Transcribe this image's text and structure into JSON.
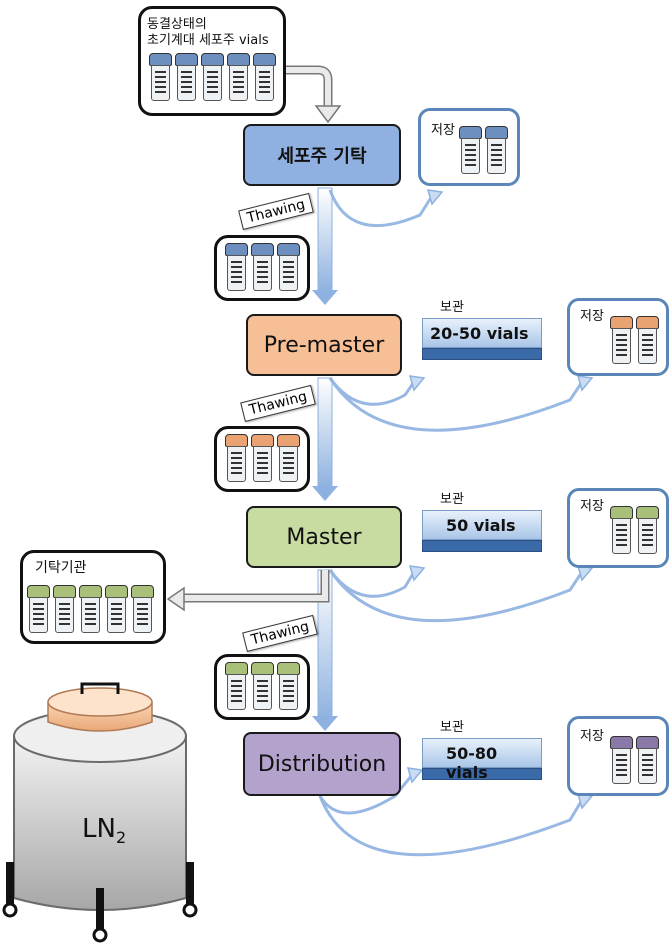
{
  "source_box": {
    "line1": "동결상태의",
    "line2": "초기계대 세포주 vials"
  },
  "stages": [
    {
      "label": "세포주 기탁",
      "color": "#8fb0e0"
    },
    {
      "label": "Pre-master",
      "color": "#f7bf95"
    },
    {
      "label": "Master",
      "color": "#c8dca2"
    },
    {
      "label": "Distribution",
      "color": "#b3a3cc"
    }
  ],
  "thawing_label": "Thawing",
  "storage_label": "저장",
  "keep_label": "보관",
  "slabs": [
    "20-50 vials",
    "50 vials",
    "50-80 vials"
  ],
  "deposit_label": "기탁기관",
  "tank": {
    "label": "LN",
    "subscript": "2"
  },
  "colors": {
    "arrow": "#9dbbe3",
    "store_border": "#5a86b8"
  }
}
